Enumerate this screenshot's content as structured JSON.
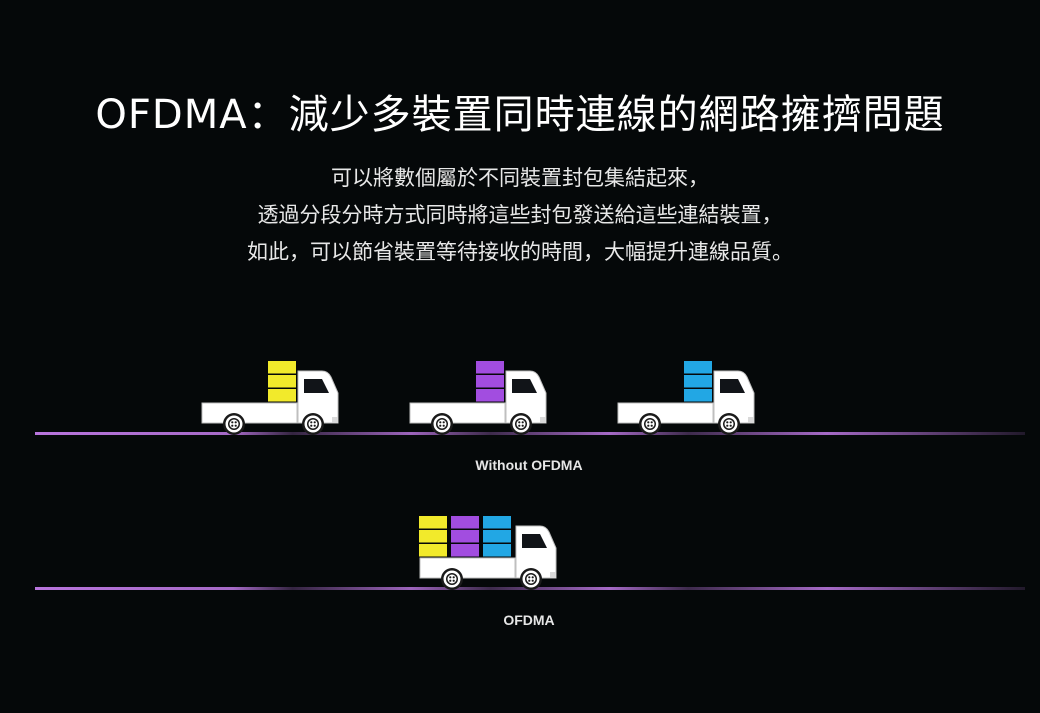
{
  "title": "OFDMA：減少多裝置同時連線的網路擁擠問題",
  "description": [
    "可以將數個屬於不同裝置封包集結起來，",
    "透過分段分時方式同時將這些封包發送給這些連結裝置，",
    "如此，可以節省裝置等待接收的時間，大幅提升連線品質。"
  ],
  "colors": {
    "background": "#050809",
    "yellow": "#f2ea2b",
    "purple": "#a24de0",
    "blue": "#22a7e4",
    "road": "#c27be8",
    "truck": "#ffffff"
  },
  "diagram": {
    "without_ofdma": {
      "label": "Without OFDMA",
      "trucks": [
        {
          "cargo": [
            "yellow"
          ],
          "cargo_stack": 3
        },
        {
          "cargo": [
            "purple"
          ],
          "cargo_stack": 3
        },
        {
          "cargo": [
            "blue"
          ],
          "cargo_stack": 3
        }
      ]
    },
    "ofdma": {
      "label": "OFDMA",
      "trucks": [
        {
          "cargo": [
            "yellow",
            "purple",
            "blue"
          ],
          "cargo_stack": 3
        }
      ]
    }
  }
}
